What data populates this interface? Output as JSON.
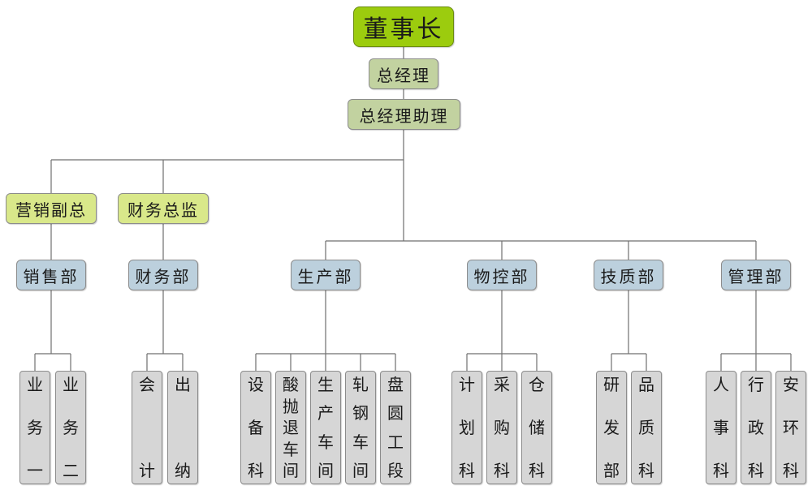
{
  "chairman": "董事长",
  "general_manager": "总经理",
  "gm_assistant": "总经理助理",
  "vice_presidents": [
    {
      "id": "vp-sales",
      "label": "营销副总"
    },
    {
      "id": "vp-finance",
      "label": "财务总监"
    }
  ],
  "departments": [
    {
      "id": "sales",
      "label": "销售部",
      "sections": [
        [
          "业",
          "务",
          "一"
        ],
        [
          "业",
          "务",
          "二"
        ]
      ]
    },
    {
      "id": "finance",
      "label": "财务部",
      "sections": [
        [
          "会",
          "计"
        ],
        [
          "出",
          "纳"
        ]
      ]
    },
    {
      "id": "production",
      "label": "生产部",
      "sections": [
        [
          "设",
          "备",
          "科"
        ],
        [
          "酸",
          "抛",
          "退",
          "车",
          "间"
        ],
        [
          "生",
          "产",
          "车",
          "间"
        ],
        [
          "轧",
          "钢",
          "车",
          "间"
        ],
        [
          "盘",
          "圆",
          "工",
          "段"
        ]
      ]
    },
    {
      "id": "logistics",
      "label": "物控部",
      "sections": [
        [
          "计",
          "划",
          "科"
        ],
        [
          "采",
          "购",
          "科"
        ],
        [
          "仓",
          "储",
          "科"
        ]
      ]
    },
    {
      "id": "quality",
      "label": "技质部",
      "sections": [
        [
          "研",
          "发",
          "部"
        ],
        [
          "品",
          "质",
          "科"
        ]
      ]
    },
    {
      "id": "admin",
      "label": "管理部",
      "sections": [
        [
          "人",
          "事",
          "科"
        ],
        [
          "行",
          "政",
          "科"
        ],
        [
          "安",
          "环",
          "科"
        ]
      ]
    }
  ],
  "colors": {
    "chairman": "#9ccc0e",
    "general_manager": "#c2d2a0",
    "vice_president": "#d9e88a",
    "department": "#bcd0dd",
    "section": "#d6d6d6",
    "connector": "#6f6f6f"
  }
}
